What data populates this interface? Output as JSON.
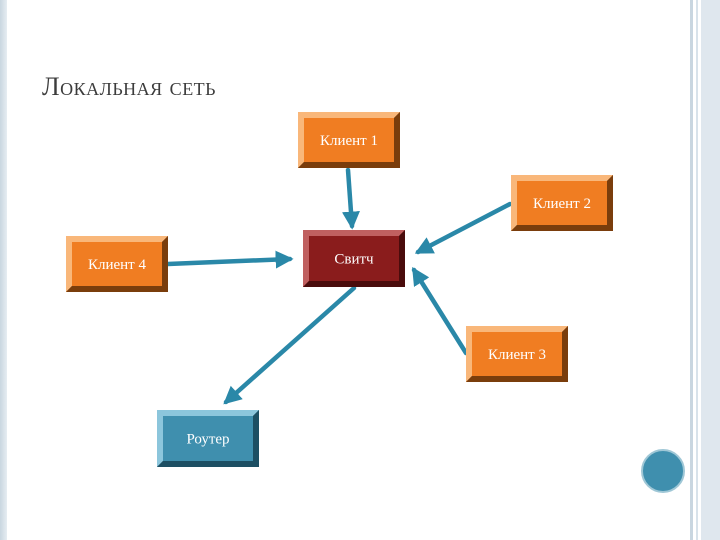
{
  "slide": {
    "title": "Локальная сеть"
  },
  "nodes": [
    {
      "id": "client1",
      "label": "Клиент 1",
      "kind": "client"
    },
    {
      "id": "client2",
      "label": "Клиент 2",
      "kind": "client"
    },
    {
      "id": "client3",
      "label": "Клиент 3",
      "kind": "client"
    },
    {
      "id": "client4",
      "label": "Клиент 4",
      "kind": "client"
    },
    {
      "id": "switch",
      "label": "Свитч",
      "kind": "switch"
    },
    {
      "id": "router",
      "label": "Роутер",
      "kind": "router"
    }
  ],
  "edges": [
    {
      "from": "client1",
      "to": "switch"
    },
    {
      "from": "client2",
      "to": "switch"
    },
    {
      "from": "client3",
      "to": "switch"
    },
    {
      "from": "client4",
      "to": "switch"
    },
    {
      "from": "switch",
      "to": "router"
    }
  ],
  "colors": {
    "client_face": "#f07d22",
    "client_bevel_light": "#f9b77a",
    "client_bevel_dark": "#7a3d0c",
    "switch_face": "#8a1c1c",
    "switch_bevel_light": "#c06060",
    "switch_bevel_dark": "#4a0c0c",
    "router_face": "#3f8fae",
    "router_bevel_light": "#8cc6dc",
    "router_bevel_dark": "#1d4f63",
    "arrow": "#2a88a8",
    "decor_circle": "#3f8fae"
  }
}
